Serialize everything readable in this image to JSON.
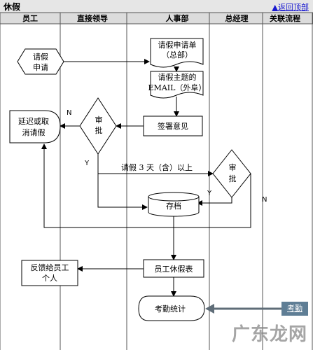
{
  "header": {
    "title": "休假",
    "back_link": "▲返回顶部"
  },
  "lanes": [
    "员工",
    "直接领导",
    "人事部",
    "总经理",
    "关联流程"
  ],
  "nodes": {
    "request": [
      "请假",
      "申请"
    ],
    "form": [
      "请假申请单",
      "（总部）"
    ],
    "email": [
      "请假主题的",
      "EMAIL（外阜）"
    ],
    "sign": "签署意见",
    "approve1": [
      "审",
      "批"
    ],
    "delay": [
      "延迟或取",
      "消请假"
    ],
    "approve2": [
      "审",
      "批"
    ],
    "archive": "存档",
    "leave_form": "员工休假表",
    "feedback": [
      "反馈给员工",
      "个人"
    ],
    "attendance": "考勤统计"
  },
  "labels": {
    "n1": "N",
    "y1": "Y",
    "condition": "请假 3 天（含）以上",
    "y2": "Y",
    "n2": "N"
  },
  "related": {
    "attendance_link": "考勤"
  },
  "watermark": "广东龙网"
}
